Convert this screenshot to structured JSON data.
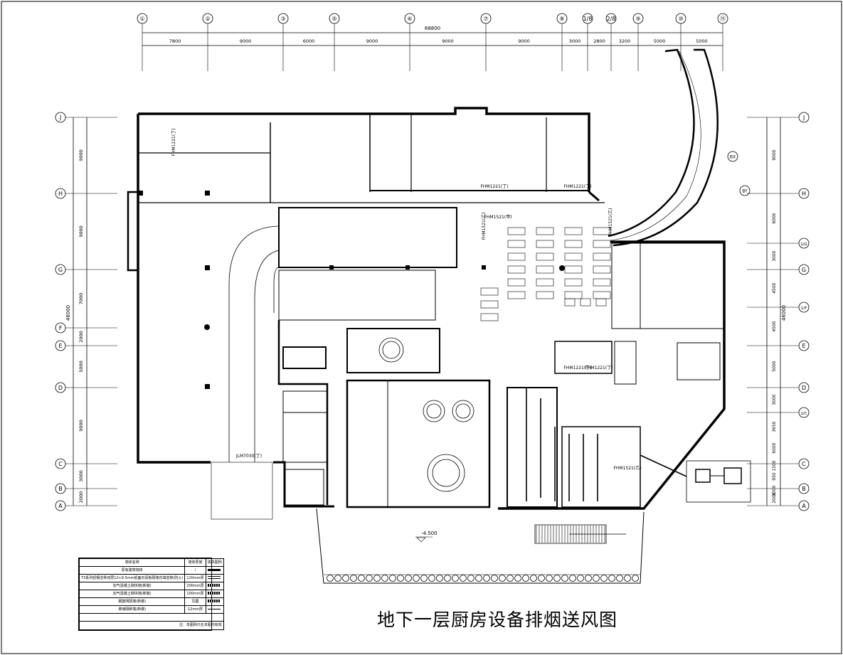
{
  "title": "地下一层厨房设备排烟送风图",
  "grid": {
    "cols": [
      "①",
      "②",
      "③",
      "⑤",
      "⑥",
      "⑦",
      "⑧",
      "1/8",
      "2/8",
      "⑨",
      "⑩",
      "⑪"
    ],
    "total_width": "68800",
    "col_dims": [
      "7800",
      "9000",
      "6000",
      "9000",
      "9000",
      "9000",
      "3000",
      "2800",
      "3200",
      "5000",
      "5000"
    ],
    "rows_left": [
      "J",
      "H",
      "G",
      "F",
      "E",
      "D",
      "C",
      "B",
      "A"
    ],
    "rows_right": [
      "J",
      "H",
      "1/G",
      "G",
      "1/F",
      "E",
      "D",
      "1/C",
      "C",
      "B",
      "A"
    ],
    "total_height": "46000",
    "row_dims_left": [
      "9000",
      "9000",
      "7000",
      "2000",
      "5000",
      "9000",
      "3000",
      "2000"
    ],
    "row_dims_right": [
      "9000",
      "6000",
      "3000",
      "4500",
      "4500",
      "5000",
      "3000",
      "3650",
      "6000",
      "1500",
      "950",
      "3000",
      "2000"
    ],
    "curve_marks": [
      "BX",
      "BY"
    ]
  },
  "equipment_labels": [
    "FHM1221(丁)",
    "FHM1221(丁)",
    "FHM1221(丁)",
    "FHM1521(乙)",
    "FHM1521(乙)",
    "FHM1521(乙)",
    "FHM1221(丁)",
    "FHM1221(丁)",
    "JLM7030(丁)",
    "FHM1521(甲)"
  ],
  "elevation": "-4.500",
  "legend": {
    "headers": [
      "墙体名称",
      "墙体厚度",
      "墙体图例"
    ],
    "rows": [
      [
        "原有建筑墙体",
        "/",
        ""
      ],
      [
        "T3系列轻钢龙骨双层12+9.5mm纸面石膏板隔墙内填岩棉(防火)",
        "120mm厚",
        ""
      ],
      [
        "加气混凝土砌块墙(新做)",
        "200mm厚",
        ""
      ],
      [
        "加气混凝土砌块墙(新做)",
        "100mm厚",
        ""
      ],
      [
        "钢筋网隔墙(新做)",
        "见图",
        ""
      ],
      [
        "玻璃隔断墙(新做)",
        "12mm厚",
        ""
      ]
    ],
    "note": "注：本图例只在本图内有效"
  }
}
